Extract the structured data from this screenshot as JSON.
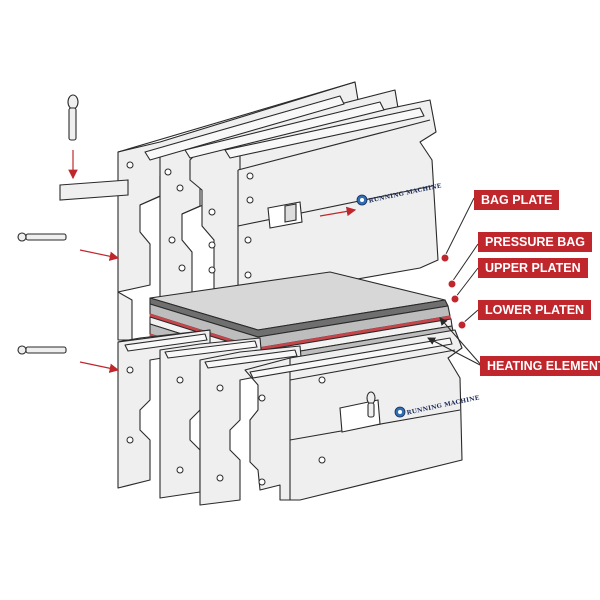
{
  "labels": {
    "bag_plate": "BAG PLATE",
    "pressure_bag": "PRESSURE BAG",
    "upper_platen": "UPPER PLATEN",
    "lower_platen": "LOWER PLATEN",
    "heating_element": "HEATING ELEMENT"
  },
  "logo_text": "RUNNING MACHINE",
  "colors": {
    "label_bg": "#c0272d",
    "label_text": "#ffffff",
    "arrow": "#c0272d",
    "line": "#2a2a2a",
    "metal": "#efefef",
    "plate_gray": "#b9b9b9",
    "plate_dark": "#7b7b7b",
    "heater_red": "#c7454a"
  },
  "icons": [
    "pin-icon",
    "bolt-icon",
    "logo-gear-icon",
    "arrow-icon"
  ]
}
